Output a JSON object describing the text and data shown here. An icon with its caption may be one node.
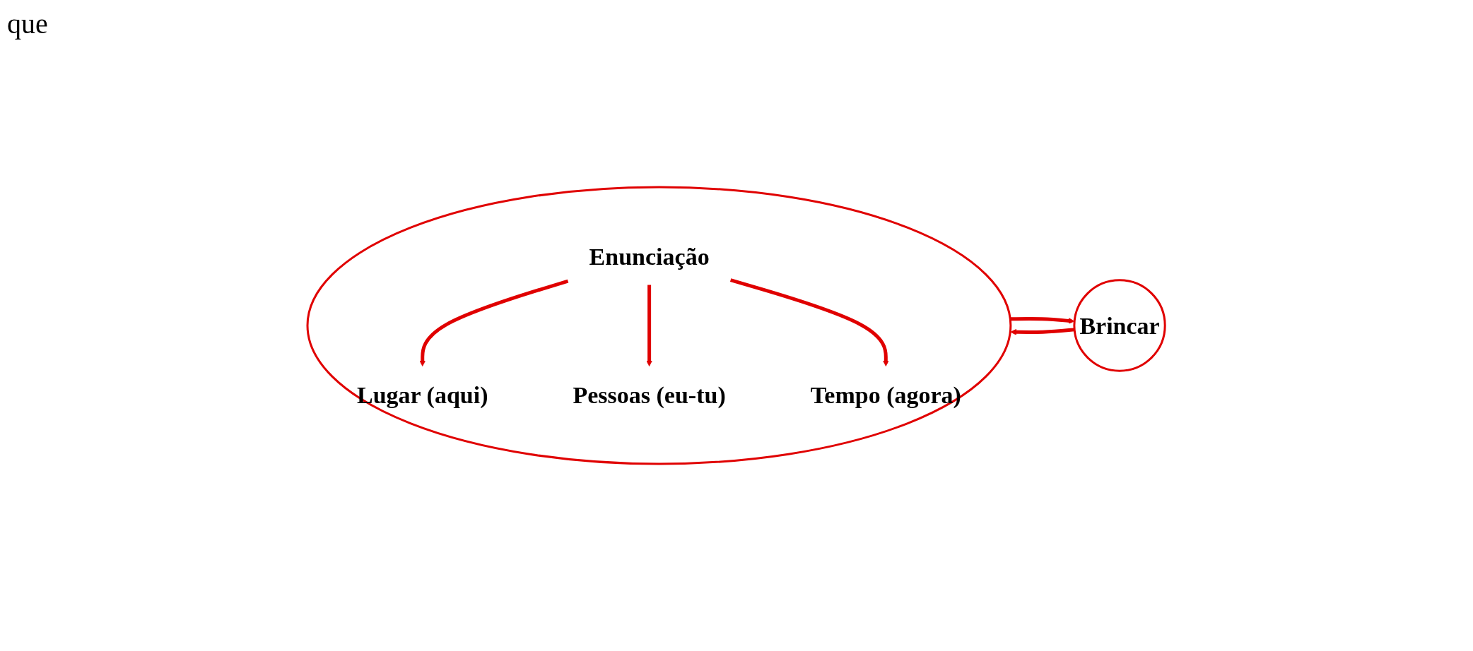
{
  "diagram": {
    "nodes": [
      {
        "text": [],
        "shape": "ellipse"
      },
      {
        "text": [
          "Enunciação"
        ],
        "in": 0
      },
      {
        "text": [
          "Lugar (aqui)"
        ],
        "in": 0
      },
      {
        "text": [
          "Pessoas (eu-tu)"
        ],
        "in": 0
      },
      {
        "text": [
          "Tempo (agora)"
        ],
        "in": 0
      },
      {
        "text": [
          "Brincar"
        ]
      }
    ],
    "edges": [
      {
        "from": 1,
        "to": 2,
        "arrow": "to"
      },
      {
        "from": 1,
        "to": 3,
        "arrow": "to"
      },
      {
        "from": 1,
        "to": 4,
        "arrow": "to"
      },
      {
        "from": 5,
        "to": 0,
        "arrow": "to"
      },
      {
        "from": 0,
        "to": 5,
        "arrow": "to"
      }
    ],
    "labels": [
      "que"
    ]
  }
}
